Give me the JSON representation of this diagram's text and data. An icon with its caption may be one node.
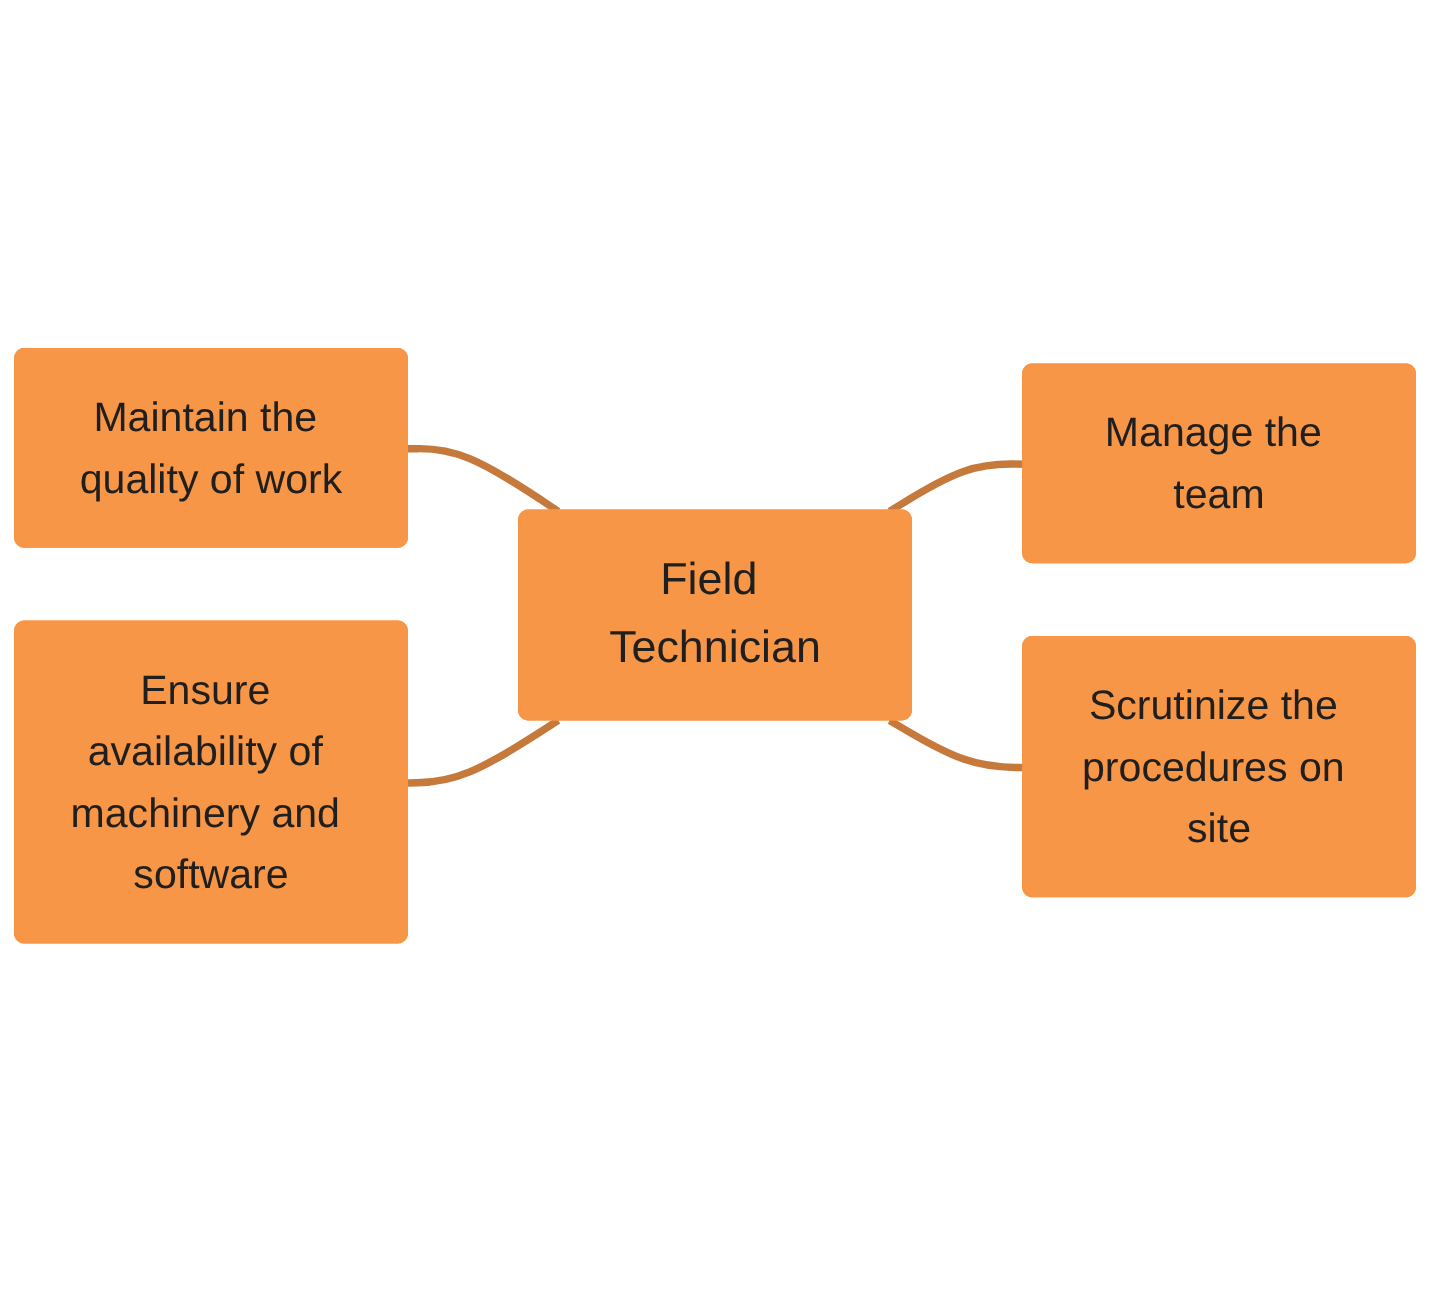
{
  "diagram": {
    "nodes": [
      {
        "text": [
          "Maintain the quality of work"
        ]
      },
      {
        "text": [
          "Ensure availability of machinery and software"
        ]
      },
      {
        "text": [
          "Field Technician"
        ]
      },
      {
        "text": [
          "Manage the team"
        ]
      },
      {
        "text": [
          "Scrutinize the procedures on site"
        ]
      }
    ],
    "edges": [
      {
        "from": 0,
        "to": 2,
        "arrow": "none"
      },
      {
        "from": 1,
        "to": 2,
        "arrow": "none"
      },
      {
        "from": 2,
        "to": 3,
        "arrow": "none"
      },
      {
        "from": 2,
        "to": 4,
        "arrow": "none"
      }
    ]
  }
}
